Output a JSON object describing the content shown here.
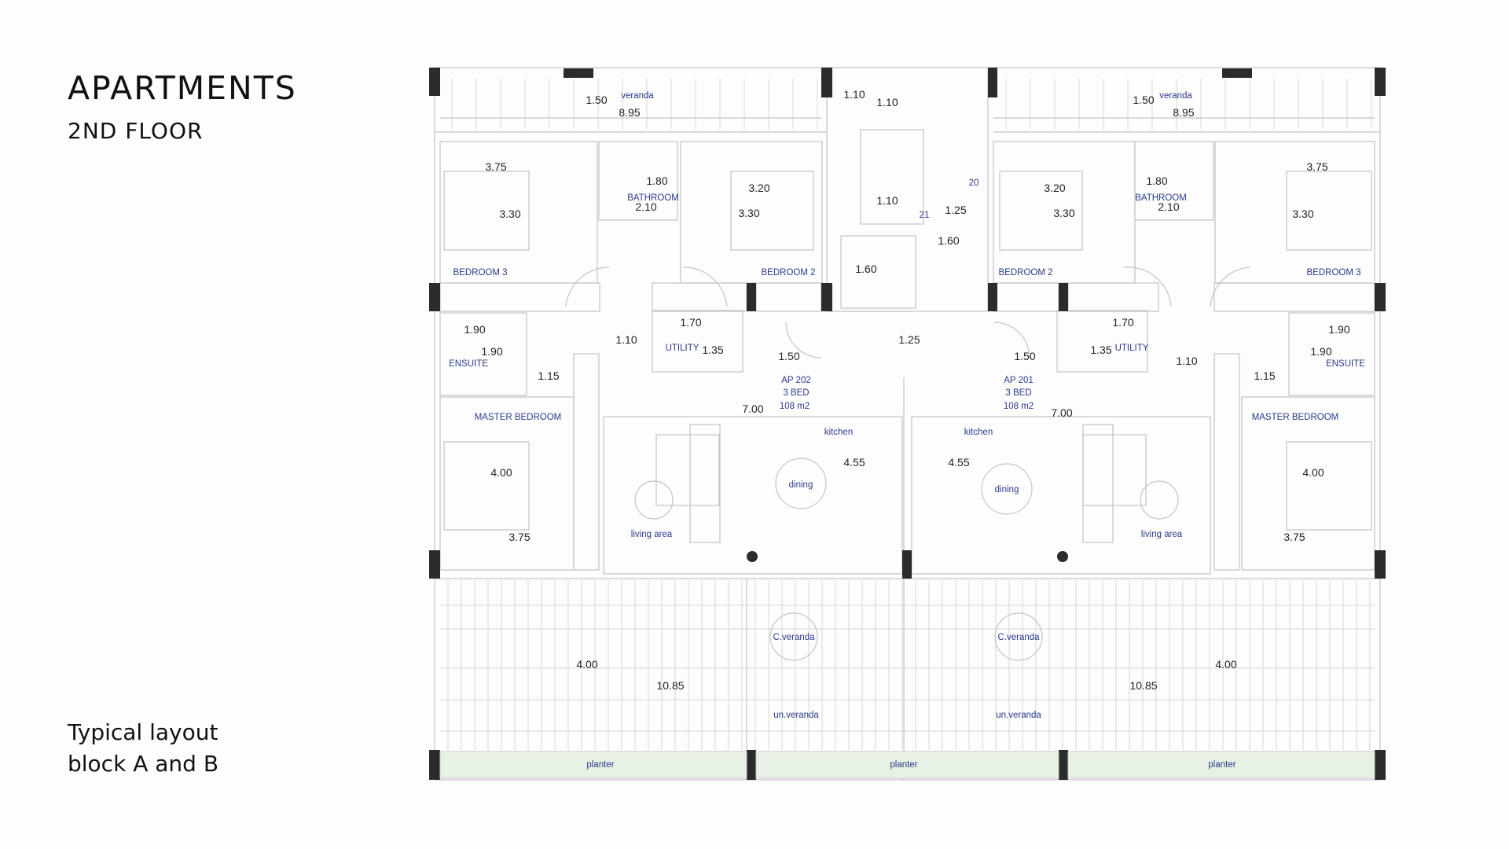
{
  "header": {
    "title": "APARTMENTS",
    "subtitle": "2ND FLOOR"
  },
  "caption": {
    "line1": "Typical layout",
    "line2": "block A and B"
  },
  "colors": {
    "room_label": "#2a3a8c",
    "wall": "#2b2b2b",
    "planter": "#e8f2e4",
    "line": "#c9c9c9"
  },
  "plan": {
    "labels": [
      {
        "text": "1.50",
        "type": "dim"
      },
      {
        "text": "veranda",
        "type": "room"
      },
      {
        "text": "8.95",
        "type": "dim"
      },
      {
        "text": "3.75",
        "type": "dim"
      },
      {
        "text": "3.30",
        "type": "dim"
      },
      {
        "text": "1.80",
        "type": "dim"
      },
      {
        "text": "BATHROOM",
        "type": "room"
      },
      {
        "text": "2.10",
        "type": "dim"
      },
      {
        "text": "3.20",
        "type": "dim"
      },
      {
        "text": "3.30",
        "type": "dim"
      },
      {
        "text": "BEDROOM 3",
        "type": "room"
      },
      {
        "text": "BEDROOM 2",
        "type": "room"
      },
      {
        "text": "1.90",
        "type": "dim"
      },
      {
        "text": "1.90",
        "type": "dim"
      },
      {
        "text": "ENSUITE",
        "type": "room"
      },
      {
        "text": "1.15",
        "type": "dim"
      },
      {
        "text": "1.10",
        "type": "dim"
      },
      {
        "text": "1.70",
        "type": "dim"
      },
      {
        "text": "UTILITY",
        "type": "room"
      },
      {
        "text": "1.35",
        "type": "dim"
      },
      {
        "text": "1.50",
        "type": "dim"
      },
      {
        "text": "AP 202",
        "type": "room"
      },
      {
        "text": "3  BED",
        "type": "room"
      },
      {
        "text": "108 m2",
        "type": "room"
      },
      {
        "text": "7.00",
        "type": "dim"
      },
      {
        "text": "MASTER BEDROOM",
        "type": "room"
      },
      {
        "text": "kitchen",
        "type": "room"
      },
      {
        "text": "4.00",
        "type": "dim"
      },
      {
        "text": "4.55",
        "type": "dim"
      },
      {
        "text": "dining",
        "type": "room"
      },
      {
        "text": "living area",
        "type": "room"
      },
      {
        "text": "3.75",
        "type": "dim"
      },
      {
        "text": "1.10",
        "type": "dim"
      },
      {
        "text": "1.10",
        "type": "dim"
      },
      {
        "text": "1.10",
        "type": "dim"
      },
      {
        "text": "20",
        "type": "room"
      },
      {
        "text": "21",
        "type": "room"
      },
      {
        "text": "1.25",
        "type": "dim"
      },
      {
        "text": "1.60",
        "type": "dim"
      },
      {
        "text": "1.60",
        "type": "dim"
      },
      {
        "text": "1.25",
        "type": "dim"
      },
      {
        "text": "1.50",
        "type": "dim"
      },
      {
        "text": "veranda",
        "type": "room"
      },
      {
        "text": "8.95",
        "type": "dim"
      },
      {
        "text": "3.20",
        "type": "dim"
      },
      {
        "text": "3.30",
        "type": "dim"
      },
      {
        "text": "1.80",
        "type": "dim"
      },
      {
        "text": "BATHROOM",
        "type": "room"
      },
      {
        "text": "2.10",
        "type": "dim"
      },
      {
        "text": "3.75",
        "type": "dim"
      },
      {
        "text": "3.30",
        "type": "dim"
      },
      {
        "text": "BEDROOM 2",
        "type": "room"
      },
      {
        "text": "BEDROOM 3",
        "type": "room"
      },
      {
        "text": "1.70",
        "type": "dim"
      },
      {
        "text": "1.35",
        "type": "dim"
      },
      {
        "text": "UTILITY",
        "type": "room"
      },
      {
        "text": "1.10",
        "type": "dim"
      },
      {
        "text": "1.50",
        "type": "dim"
      },
      {
        "text": "1.90",
        "type": "dim"
      },
      {
        "text": "1.90",
        "type": "dim"
      },
      {
        "text": "ENSUITE",
        "type": "room"
      },
      {
        "text": "1.15",
        "type": "dim"
      },
      {
        "text": "AP 201",
        "type": "room"
      },
      {
        "text": "3  BED",
        "type": "room"
      },
      {
        "text": "108 m2",
        "type": "room"
      },
      {
        "text": "7.00",
        "type": "dim"
      },
      {
        "text": "MASTER BEDROOM",
        "type": "room"
      },
      {
        "text": "kitchen",
        "type": "room"
      },
      {
        "text": "4.55",
        "type": "dim"
      },
      {
        "text": "dining",
        "type": "room"
      },
      {
        "text": "4.00",
        "type": "dim"
      },
      {
        "text": "living area",
        "type": "room"
      },
      {
        "text": "3.75",
        "type": "dim"
      },
      {
        "text": "C.veranda",
        "type": "room"
      },
      {
        "text": "4.00",
        "type": "dim"
      },
      {
        "text": "10.85",
        "type": "dim"
      },
      {
        "text": "un.veranda",
        "type": "room"
      },
      {
        "text": "C.veranda",
        "type": "room"
      },
      {
        "text": "4.00",
        "type": "dim"
      },
      {
        "text": "10.85",
        "type": "dim"
      },
      {
        "text": "un.veranda",
        "type": "room"
      },
      {
        "text": "planter",
        "type": "room"
      },
      {
        "text": "planter",
        "type": "room"
      },
      {
        "text": "planter",
        "type": "room"
      }
    ]
  }
}
